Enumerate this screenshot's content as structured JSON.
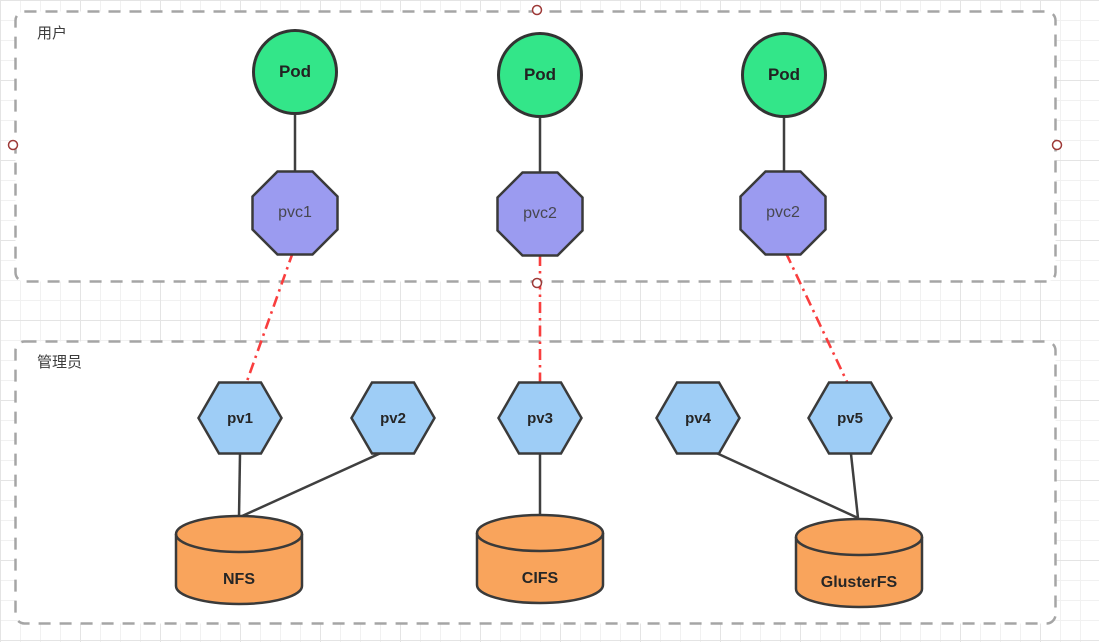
{
  "regions": {
    "user": {
      "label": "用户"
    },
    "admin": {
      "label": "管理员"
    }
  },
  "nodes": {
    "pods": [
      {
        "label": "Pod"
      },
      {
        "label": "Pod"
      },
      {
        "label": "Pod"
      }
    ],
    "pvcs": [
      {
        "label": "pvc1"
      },
      {
        "label": "pvc2"
      },
      {
        "label": "pvc2"
      }
    ],
    "pvs": [
      {
        "label": "pv1"
      },
      {
        "label": "pv2"
      },
      {
        "label": "pv3"
      },
      {
        "label": "pv4"
      },
      {
        "label": "pv5"
      }
    ],
    "storages": [
      {
        "label": "NFS"
      },
      {
        "label": "CIFS"
      },
      {
        "label": "GlusterFS"
      }
    ]
  },
  "edges": {
    "pod_to_pvc": [
      {
        "from": "Pod-1",
        "to": "pvc1"
      },
      {
        "from": "Pod-2",
        "to": "pvc2"
      },
      {
        "from": "Pod-3",
        "to": "pvc2"
      }
    ],
    "pvc_to_pv": [
      {
        "from": "pvc1",
        "to": "pv1",
        "style": "red-dashdot"
      },
      {
        "from": "pvc2",
        "to": "pv3",
        "style": "red-dashdot"
      },
      {
        "from": "pvc2",
        "to": "pv5",
        "style": "red-dashdot"
      }
    ],
    "pv_to_storage": [
      {
        "from": "pv1",
        "to": "NFS"
      },
      {
        "from": "pv2",
        "to": "NFS"
      },
      {
        "from": "pv3",
        "to": "CIFS"
      },
      {
        "from": "pv4",
        "to": "GlusterFS"
      },
      {
        "from": "pv5",
        "to": "GlusterFS"
      }
    ]
  },
  "colors": {
    "pod_fill": "#33E689",
    "pvc_fill": "#9B9BF0",
    "pv_fill": "#9ECDF6",
    "storage_fill": "#F9A45C",
    "shape_border": "#3A3A3A",
    "edge": "#3F3F3F",
    "claim_edge": "#F93E3E",
    "region_border": "#A5A5A5",
    "region_fill": "#FFFFFF",
    "marker": "#9E3A38"
  }
}
